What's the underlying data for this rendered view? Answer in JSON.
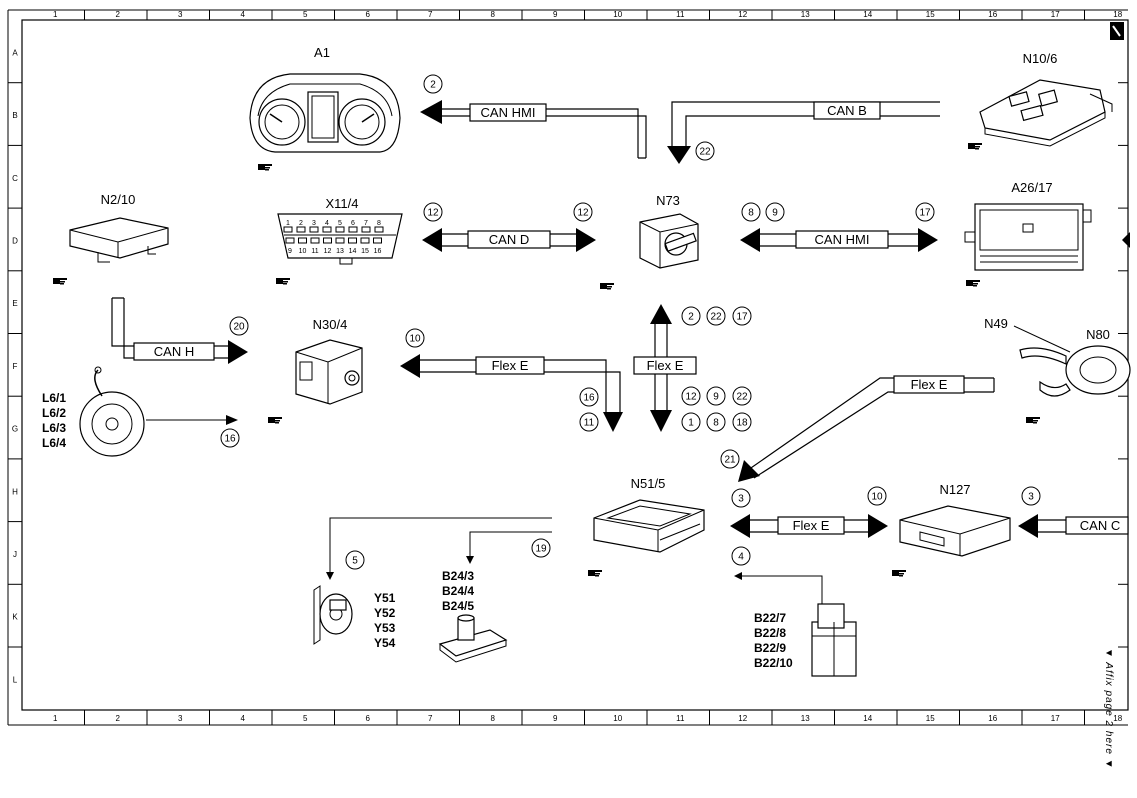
{
  "grid": {
    "columns": [
      "1",
      "2",
      "3",
      "4",
      "5",
      "6",
      "7",
      "8",
      "9",
      "10",
      "11",
      "12",
      "13",
      "14",
      "15",
      "16",
      "17",
      "18"
    ],
    "rows": [
      "A",
      "B",
      "C",
      "D",
      "E",
      "F",
      "G",
      "H",
      "J",
      "K",
      "L"
    ]
  },
  "components": {
    "a1": "A1",
    "n10_6": "N10/6",
    "n2_10": "N2/10",
    "x11_4": "X11/4",
    "n73": "N73",
    "a26_17": "A26/17",
    "n30_4": "N30/4",
    "n49": "N49",
    "n80": "N80",
    "n51_5": "N51/5",
    "n127": "N127"
  },
  "pin_groups": {
    "l6": [
      "L6/1",
      "L6/2",
      "L6/3",
      "L6/4"
    ],
    "y5x": [
      "Y51",
      "Y52",
      "Y53",
      "Y54"
    ],
    "b24": [
      "B24/3",
      "B24/4",
      "B24/5"
    ],
    "b22": [
      "B22/7",
      "B22/8",
      "B22/9",
      "B22/10"
    ]
  },
  "obd_pins": {
    "top": [
      "1",
      "2",
      "3",
      "4",
      "5",
      "6",
      "7",
      "8"
    ],
    "bottom": [
      "9",
      "10",
      "11",
      "12",
      "13",
      "14",
      "15",
      "16"
    ]
  },
  "buses": {
    "can_hmi_top": "CAN HMI",
    "can_b": "CAN B",
    "can_d": "CAN D",
    "can_hmi_mid": "CAN HMI",
    "can_h": "CAN H",
    "flex_e_left": "Flex E",
    "flex_e_center": "Flex E",
    "flex_e_right": "Flex E",
    "flex_e_lower": "Flex E",
    "can_c": "CAN C"
  },
  "callouts": {
    "c2_top": "2",
    "c22_top": "22",
    "c12_left": "12",
    "c12_right": "12",
    "c8": "8",
    "c9": "9",
    "c17": "17",
    "c20": "20",
    "c10_left": "10",
    "c2_mid": "2",
    "c22_mid": "22",
    "c17_mid": "17",
    "c16_a": "16",
    "c11": "11",
    "c12_b": "12",
    "c9_b": "9",
    "c22_b": "22",
    "c1": "1",
    "c8_b": "8",
    "c18": "18",
    "c16_b": "16",
    "c21": "21",
    "c3_left": "3",
    "c10_right": "10",
    "c3_right": "3",
    "c4": "4",
    "c5": "5",
    "c19": "19"
  },
  "side_note": "▼ Affix page 2 here ▼",
  "icons": {
    "reference": "hand-pointer-icon",
    "corner": "corner-mark-icon"
  }
}
